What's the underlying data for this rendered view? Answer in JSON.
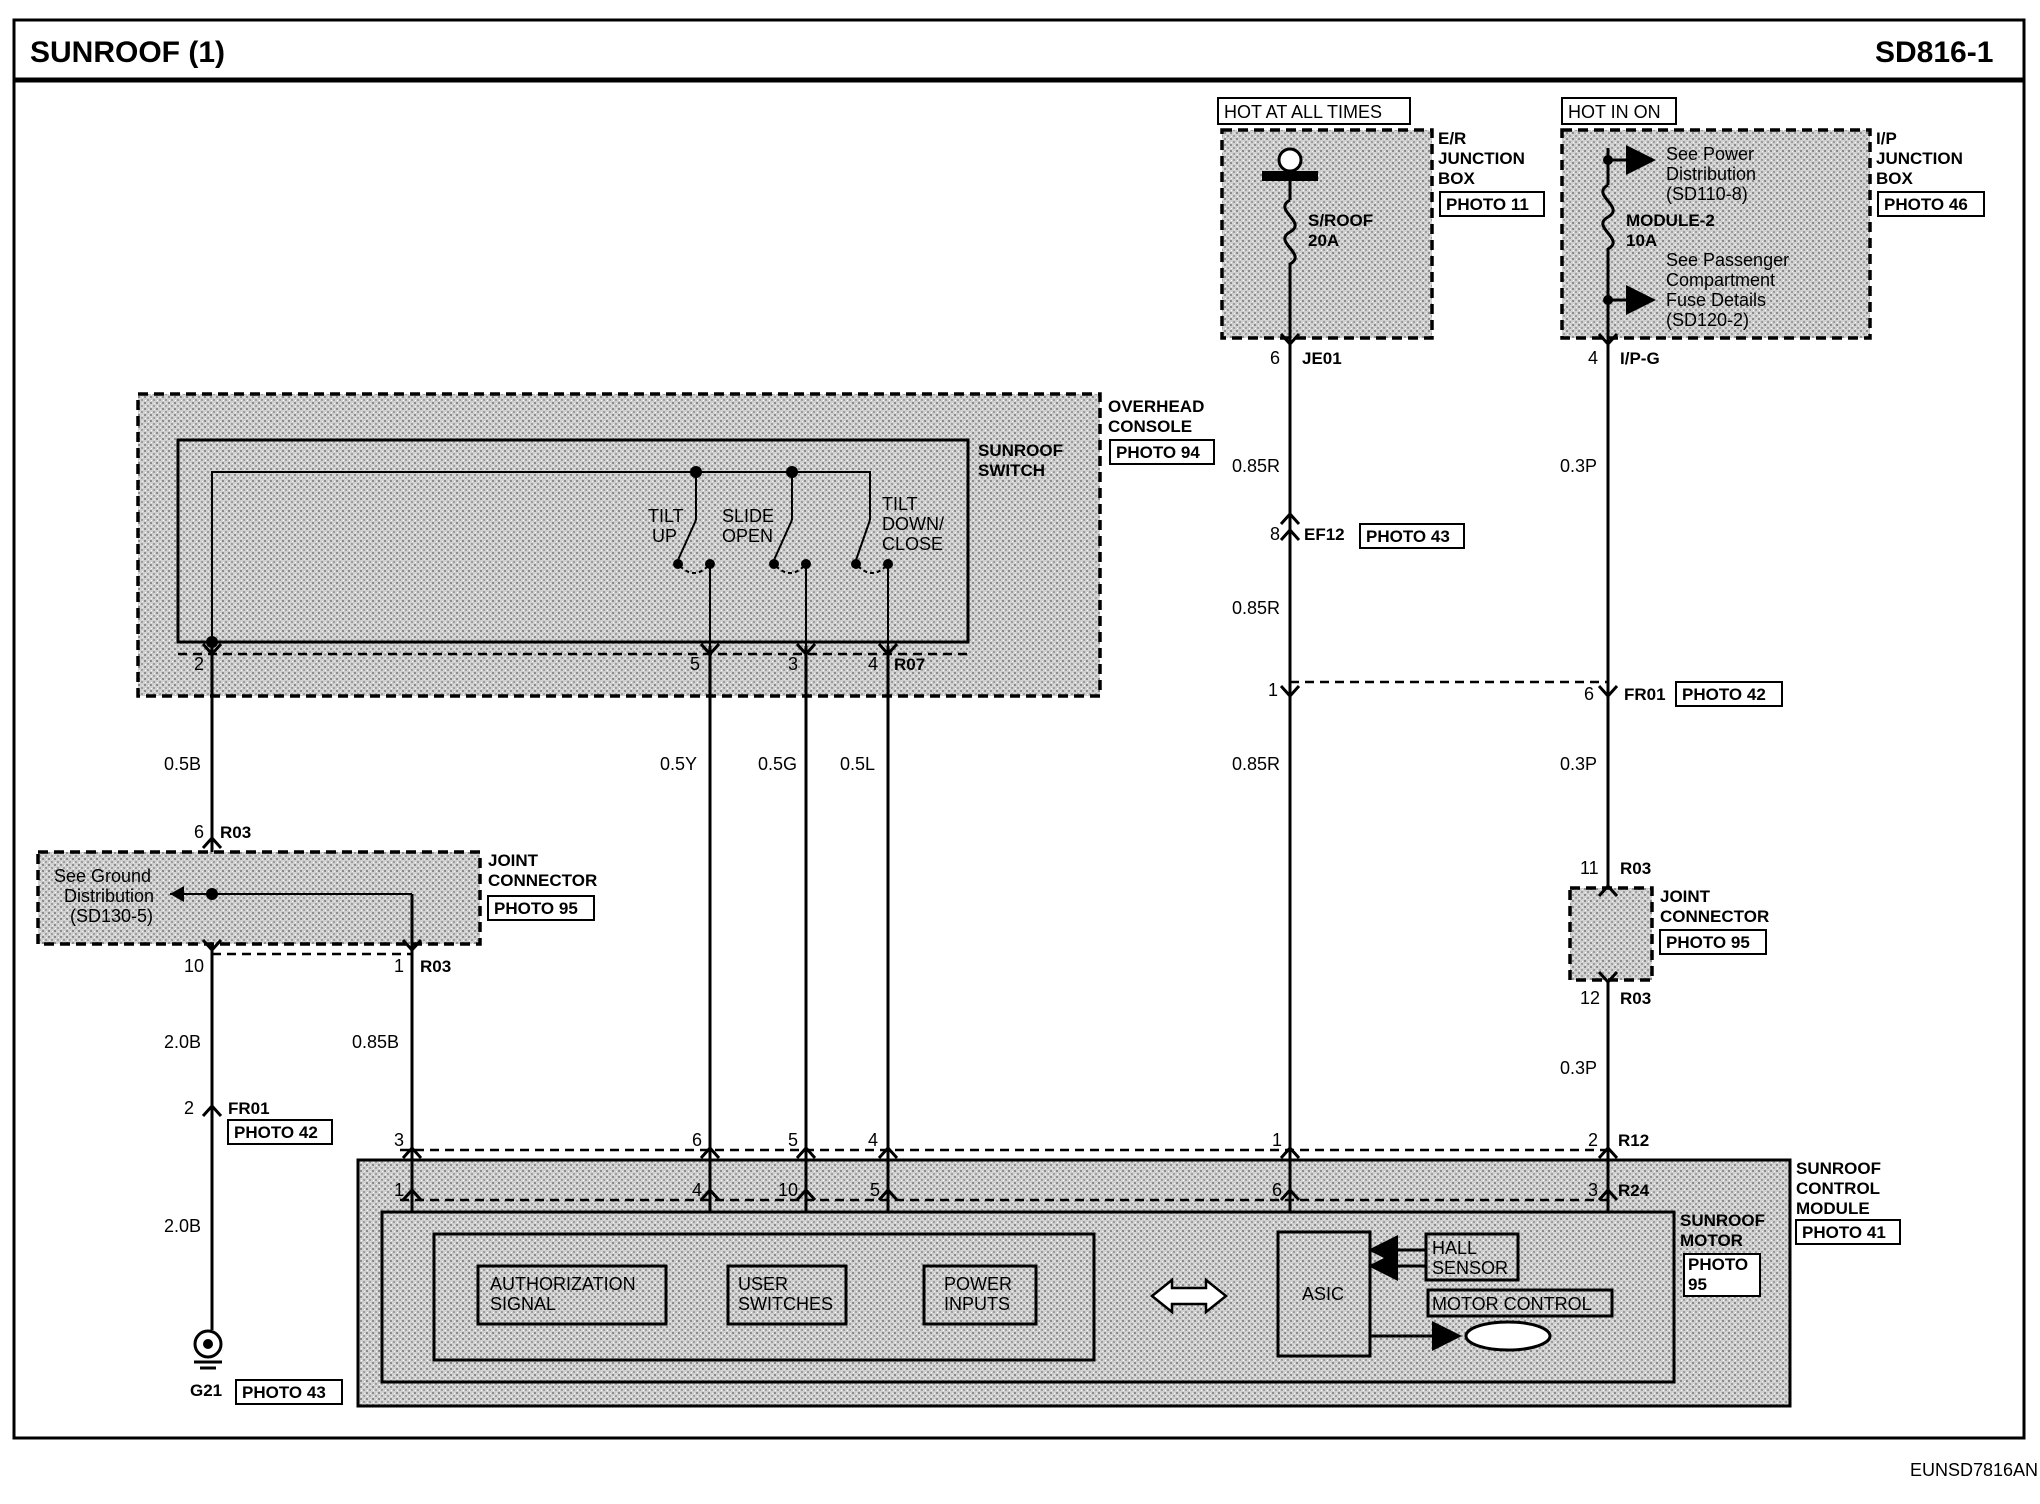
{
  "header": {
    "title": "SUNROOF (1)",
    "code": "SD816-1"
  },
  "footer": {
    "code": "EUNSD7816AN"
  },
  "power": {
    "hot_all_times": "HOT AT ALL TIMES",
    "hot_in_on": "HOT IN ON",
    "er_box": [
      "E/R",
      "JUNCTION",
      "BOX"
    ],
    "er_photo": "PHOTO 11",
    "fuse1": [
      "S/ROOF",
      "20A"
    ],
    "ip_box": [
      "I/P",
      "JUNCTION",
      "BOX"
    ],
    "ip_photo": "PHOTO 46",
    "see_power": [
      "See Power",
      "Distribution",
      "(SD110-8)"
    ],
    "fuse2": [
      "MODULE-2",
      "10A"
    ],
    "see_pass": [
      "See Passenger",
      "Compartment",
      "Fuse Details",
      "(SD120-2)"
    ]
  },
  "console": {
    "name": [
      "OVERHEAD",
      "CONSOLE"
    ],
    "photo": "PHOTO 94",
    "switch_name": [
      "SUNROOF",
      "SWITCH"
    ],
    "sw1": [
      "TILT",
      "UP"
    ],
    "sw2": [
      "SLIDE",
      "OPEN"
    ],
    "sw3": [
      "TILT",
      "DOWN/",
      "CLOSE"
    ],
    "pins": [
      "2",
      "5",
      "3",
      "4"
    ],
    "conn": "R07"
  },
  "joint_left": {
    "name": [
      "JOINT",
      "CONNECTOR"
    ],
    "photo": "PHOTO 95",
    "see_ground": [
      "See Ground",
      "Distribution",
      "(SD130-5)"
    ],
    "pin_top": "6",
    "conn_top": "R03",
    "pin_bl": "10",
    "pin_br": "1",
    "conn_bottom": "R03"
  },
  "joint_right": {
    "name": [
      "JOINT",
      "CONNECTOR"
    ],
    "photo": "PHOTO 95",
    "pin_top": "11",
    "conn_top": "R03",
    "pin_bottom": "12",
    "conn_bottom": "R03"
  },
  "wires": {
    "w_05b": "0.5B",
    "w_05y": "0.5Y",
    "w_05g": "0.5G",
    "w_05l": "0.5L",
    "w_20b_a": "2.0B",
    "w_20b_b": "2.0B",
    "w_085b": "0.85B",
    "w_085r_a": "0.85R",
    "w_085r_b": "0.85R",
    "w_085r_c": "0.85R",
    "w_03p_a": "0.3P",
    "w_03p_b": "0.3P",
    "w_03p_c": "0.3P"
  },
  "connectors": {
    "je01_pin": "6",
    "je01": "JE01",
    "ipg_pin": "4",
    "ipg": "I/P-G",
    "ef12_pin": "8",
    "ef12": "EF12",
    "ef12_photo": "PHOTO 43",
    "fr01_pin_a": "1",
    "fr01_pin_b": "6",
    "fr01": "FR01",
    "fr01_photo": "PHOTO 42",
    "fr01l_pin": "2",
    "fr01l": "FR01",
    "fr01l_photo": "PHOTO 42",
    "ground": "G21",
    "ground_photo": "PHOTO 43"
  },
  "module": {
    "name": [
      "SUNROOF",
      "CONTROL",
      "MODULE"
    ],
    "photo": "PHOTO 41",
    "motor": [
      "SUNROOF",
      "MOTOR"
    ],
    "motor_photo": [
      "PHOTO",
      "95"
    ],
    "r12_pins": [
      "3",
      "6",
      "5",
      "4",
      "1",
      "2"
    ],
    "r12": "R12",
    "r24_pins": [
      "1",
      "4",
      "10",
      "5",
      "6",
      "3"
    ],
    "r24": "R24",
    "auth": [
      "AUTHORIZATION",
      "SIGNAL"
    ],
    "user": [
      "USER",
      "SWITCHES"
    ],
    "power_in": [
      "POWER",
      "INPUTS"
    ],
    "asic": "ASIC",
    "hall": [
      "HALL",
      "SENSOR"
    ],
    "motor_control": "MOTOR CONTROL"
  }
}
